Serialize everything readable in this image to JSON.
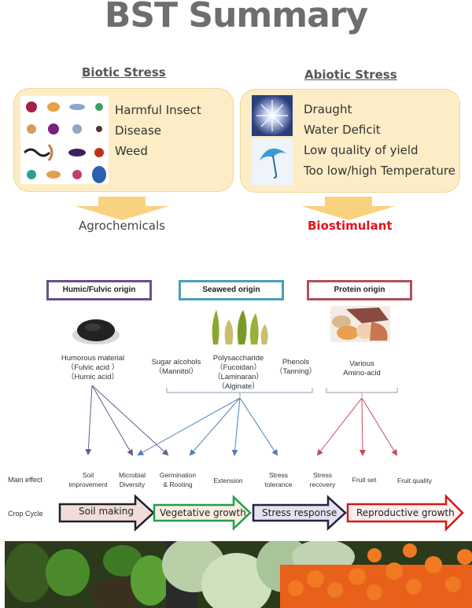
{
  "title": "BST Summary",
  "biotic": {
    "heading": "Biotic Stress",
    "image_icon": "microbes-pests-icon-grid",
    "items": [
      "Harmful Insect",
      "Disease",
      "Weed"
    ],
    "outcome": "Agrochemicals"
  },
  "abiotic": {
    "heading": "Abiotic Stress",
    "image_icons": [
      "sun-icon",
      "umbrella-rain-icon"
    ],
    "items": [
      "Draught",
      "Water Deficit",
      "Low quality of yield",
      "Too low/high Temperature"
    ],
    "outcome": "Biostimulant"
  },
  "origins": [
    {
      "label": "Humic/Fulvic origin",
      "color": "#6a4f8c",
      "image": "humic-material-bowl-photo"
    },
    {
      "label": "Seaweed origin",
      "color": "#4aa0b5",
      "image": "seaweed-photo"
    },
    {
      "label": "Protein origin",
      "color": "#b0505a",
      "image": "protein-foods-photo"
    }
  ],
  "sources": {
    "humic": [
      "Humorous material",
      "（Fulvic acid ）",
      "（Humic acid）"
    ],
    "sugar": [
      "Sugar alcohols",
      "（Mannitol）"
    ],
    "poly": [
      "Polysaccharide",
      "（Fucoidan）",
      "（Laminaran）",
      "（Alginate）"
    ],
    "phenols": [
      "Phenols",
      "（Tanning）"
    ],
    "amino": [
      "Various",
      "Amino-acid"
    ]
  },
  "main_effect_label": "Main effect",
  "effects": [
    [
      "Soil",
      "improvement"
    ],
    [
      "Microbial",
      "Diversity"
    ],
    [
      "Germination",
      "& Rooting"
    ],
    [
      "Extension"
    ],
    [
      "Stress",
      "tolerance"
    ],
    [
      "Stress",
      "recovery"
    ],
    [
      "Fruit set"
    ],
    [
      "Fruit quality"
    ]
  ],
  "crop_cycle_label": "Crop Cycle",
  "crop_cycle": [
    {
      "label": "Soil making",
      "fill": "#f1dcdc",
      "stroke": "#222222"
    },
    {
      "label": "Vegetative growth",
      "fill": "#fbeee4",
      "stroke": "#1fa04a"
    },
    {
      "label": "Stress response",
      "fill": "#e6e0f0",
      "stroke": "#222244"
    },
    {
      "label": "Reproductive growth",
      "fill": "#fbeeee",
      "stroke": "#d01a1a"
    }
  ],
  "colors": {
    "panel_fill": "#fdedc6",
    "arrow_fill": "#f9d27f",
    "biostimulant_red": "#e3121b",
    "humic_arrow": "#6a5a8a",
    "seaweed_arrow": "#4f7fb5",
    "protein_arrow": "#c0505a"
  },
  "bottom_photo": "vegetables-peppers-cabbage-habanero-photo"
}
